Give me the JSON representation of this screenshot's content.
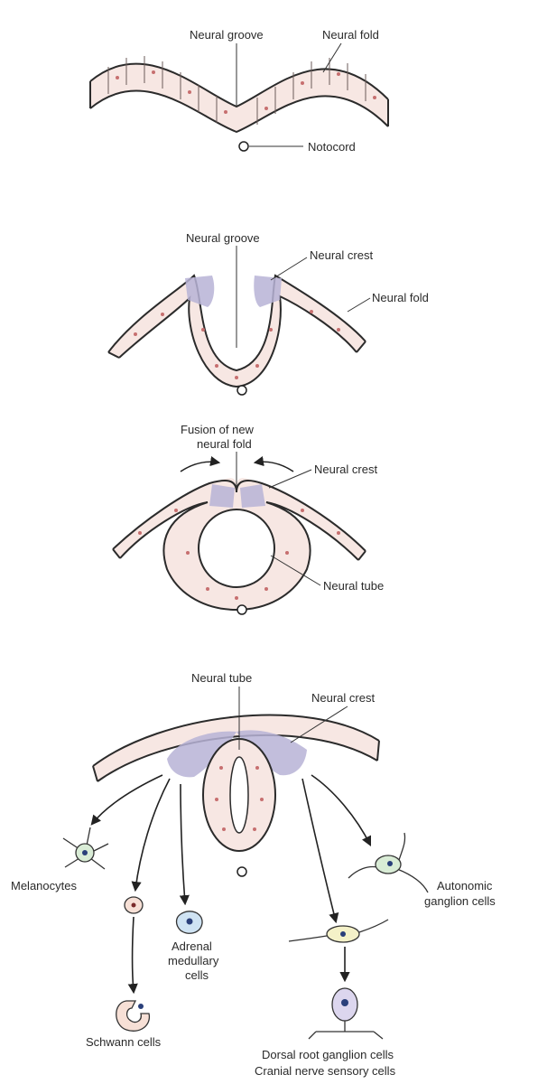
{
  "stage1": {
    "neural_groove": "Neural groove",
    "neural_fold": "Neural fold",
    "notocord": "Notocord"
  },
  "stage2": {
    "neural_groove": "Neural groove",
    "neural_crest": "Neural crest",
    "neural_fold": "Neural fold"
  },
  "stage3": {
    "fusion_line1": "Fusion of new",
    "fusion_line2": "neural fold",
    "neural_crest": "Neural crest",
    "neural_tube": "Neural tube"
  },
  "stage4": {
    "neural_tube": "Neural tube",
    "neural_crest": "Neural crest",
    "melanocytes": "Melanocytes",
    "schwann": "Schwann cells",
    "adrenal_line1": "Adrenal",
    "adrenal_line2": "medullary",
    "adrenal_line3": "cells",
    "autonomic_line1": "Autonomic",
    "autonomic_line2": "ganglion cells",
    "dorsal_line1": "Dorsal root ganglion cells",
    "dorsal_line2": "Cranial nerve sensory cells"
  },
  "colors": {
    "tissue": "#f7e7e3",
    "outline": "#2b2b2b",
    "nucleus": "#c76f6f",
    "crest": "#b7b3d6",
    "cell_body_green": "#d9ecd6",
    "cell_body_blue": "#cfe3f3",
    "cell_body_purple": "#dcd6ee",
    "cell_nucleus": "#2a3f7a"
  }
}
